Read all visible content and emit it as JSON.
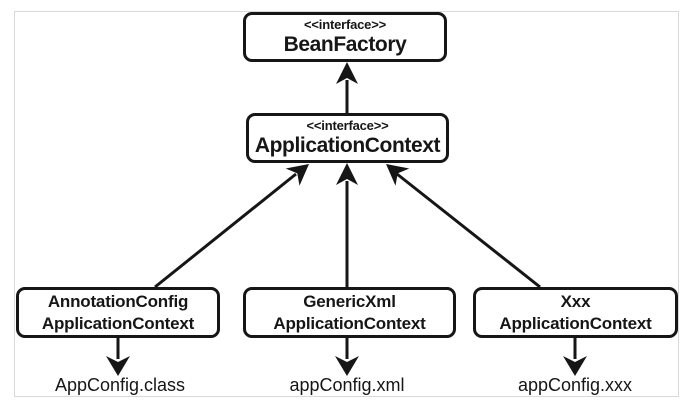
{
  "colors": {
    "line": "#161616",
    "text": "#161616",
    "node_fill": "#ffffff",
    "node_border": "#161616",
    "frame_border": "#d9d9d9",
    "background": "#ffffff"
  },
  "nodes": {
    "beanFactory": {
      "stereotype": "<<interface>>",
      "name": "BeanFactory"
    },
    "applicationContext": {
      "stereotype": "<<interface>>",
      "name": "ApplicationContext"
    },
    "annotationConfig": {
      "line1": "AnnotationConfig",
      "line2": "ApplicationContext"
    },
    "genericXml": {
      "line1": "GenericXml",
      "line2": "ApplicationContext"
    },
    "xxx": {
      "line1": "Xxx",
      "line2": "ApplicationContext"
    }
  },
  "artifacts": {
    "classFile": "AppConfig.class",
    "xmlFile": "appConfig.xml",
    "xxxFile": "appConfig.xxx"
  },
  "edges": [
    {
      "from": "ApplicationContext",
      "to": "BeanFactory",
      "style": "filled-arrow-up"
    },
    {
      "from": "AnnotationConfigApplicationContext",
      "to": "ApplicationContext",
      "style": "filled-arrow-up"
    },
    {
      "from": "GenericXmlApplicationContext",
      "to": "ApplicationContext",
      "style": "filled-arrow-up"
    },
    {
      "from": "XxxApplicationContext",
      "to": "ApplicationContext",
      "style": "filled-arrow-up"
    },
    {
      "from": "AnnotationConfigApplicationContext",
      "to": "AppConfig.class",
      "style": "filled-arrow-down"
    },
    {
      "from": "GenericXmlApplicationContext",
      "to": "appConfig.xml",
      "style": "filled-arrow-down"
    },
    {
      "from": "XxxApplicationContext",
      "to": "appConfig.xxx",
      "style": "filled-arrow-down"
    }
  ]
}
